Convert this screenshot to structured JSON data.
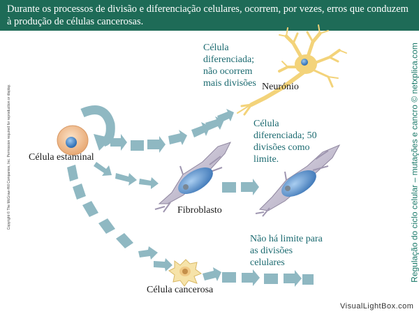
{
  "header": {
    "text": "Durante os processos de divisão e diferenciação celulares, ocorrem, por vezes, erros que conduzem à produção de células cancerosas.",
    "background": "#1e6b57"
  },
  "copyright": "Copyright © The McGraw-Hill Companies, Inc. Permission required for reproduction or display.",
  "side_caption": "Regulação do ciclo celular – mutações e cancro © netxplica.com",
  "labels": {
    "stem_cell": "Célula estaminal",
    "neuron": "Neurónio",
    "fibroblast": "Fibroblasto",
    "cancer_cell": "Célula cancerosa"
  },
  "notes": {
    "neuron_note": "Célula diferenciada; não ocorrem mais divisões",
    "fibroblast_note": "Célula diferenciada; 50 divisões como limite.",
    "cancer_note": "Não há limite para as divisões celulares"
  },
  "watermark": "VisualLightBox.com",
  "colors": {
    "arrow": "#8fb8c2",
    "note_text": "#1b6a70",
    "side_text": "#1b7a6a",
    "neuron": "#f3d37a",
    "stem_cell": "#f2c69c",
    "nucleus": "#4a86c8"
  }
}
